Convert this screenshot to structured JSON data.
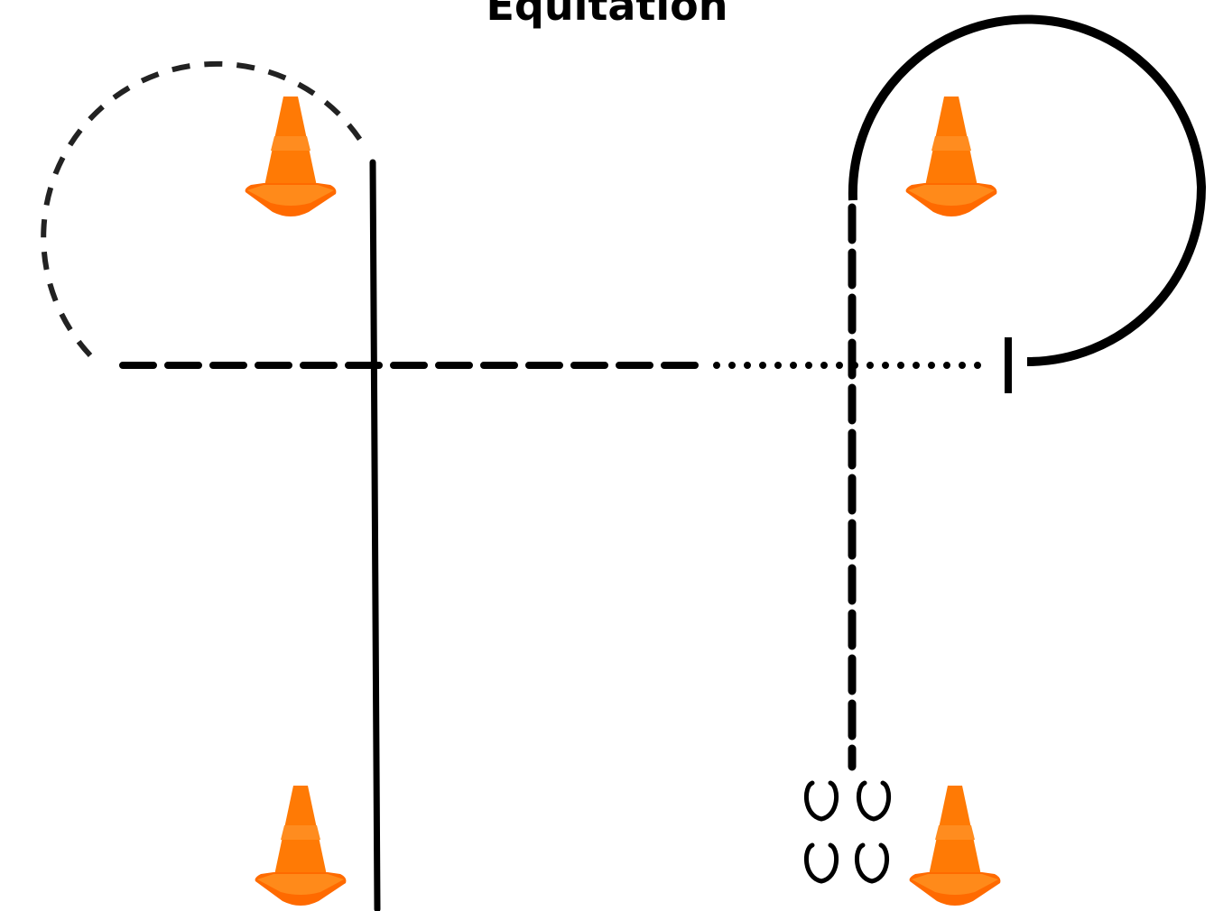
{
  "title": "Equitation",
  "colors": {
    "cone": "#ff7a05",
    "cone_base": "#ff6a00",
    "path": "#000000",
    "background": "#ffffff"
  },
  "elements": {
    "cones": 4,
    "horseshoes": 4,
    "icon_names": [
      "traffic-cone-icon",
      "horseshoe-icon"
    ]
  }
}
